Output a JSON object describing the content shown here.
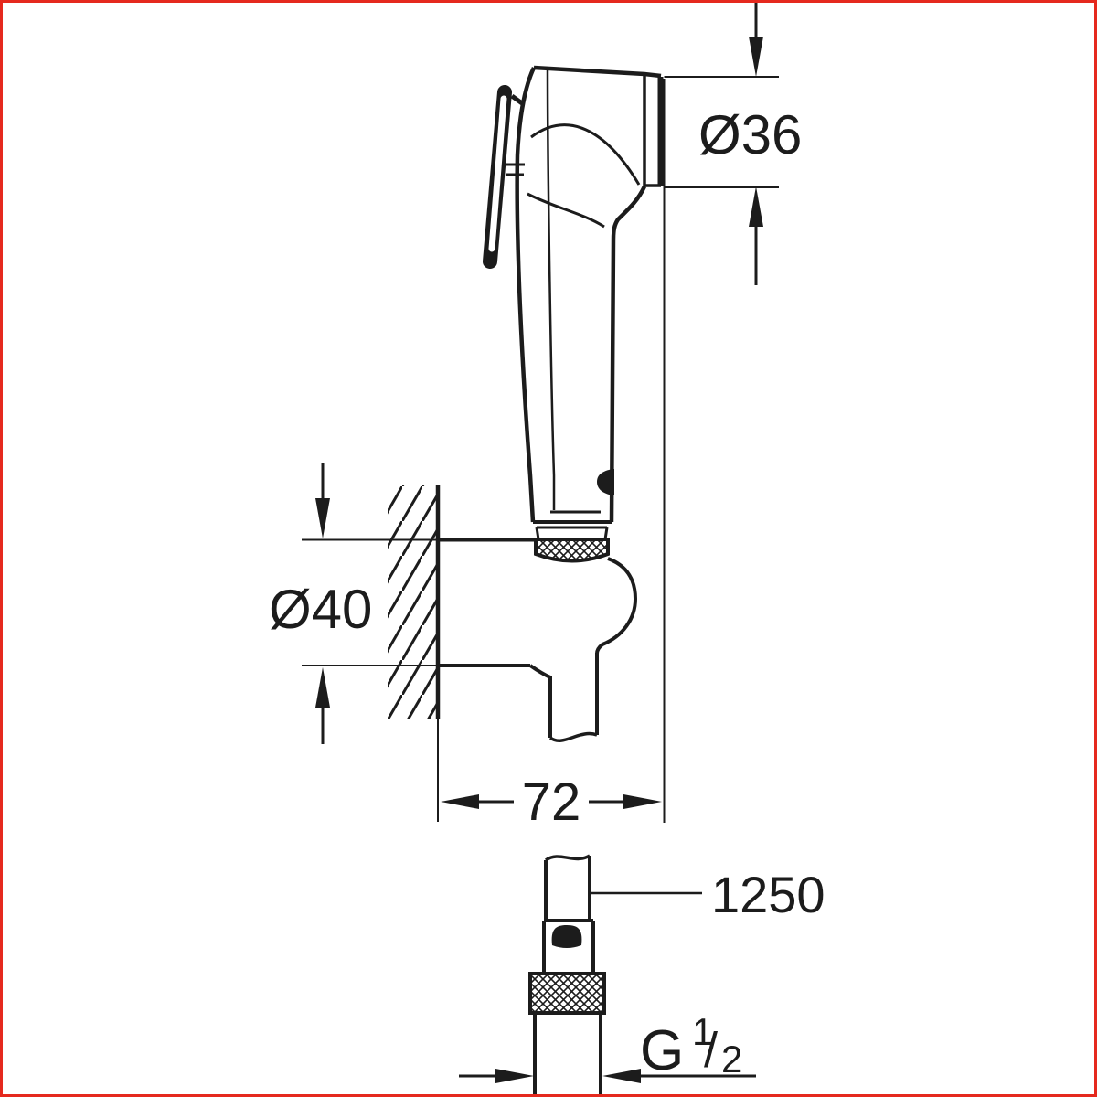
{
  "drawing": {
    "background_color": "#ffffff",
    "line_color": "#1c1c1c",
    "frame_color": "#e5291e",
    "labels": {
      "head_diameter": "Ø36",
      "holder_diameter": "Ø40",
      "wall_distance": "72",
      "hose_length": "1250",
      "thread_g": "G",
      "thread_numerator": "1",
      "thread_slash": "/",
      "thread_denominator": "2"
    }
  }
}
